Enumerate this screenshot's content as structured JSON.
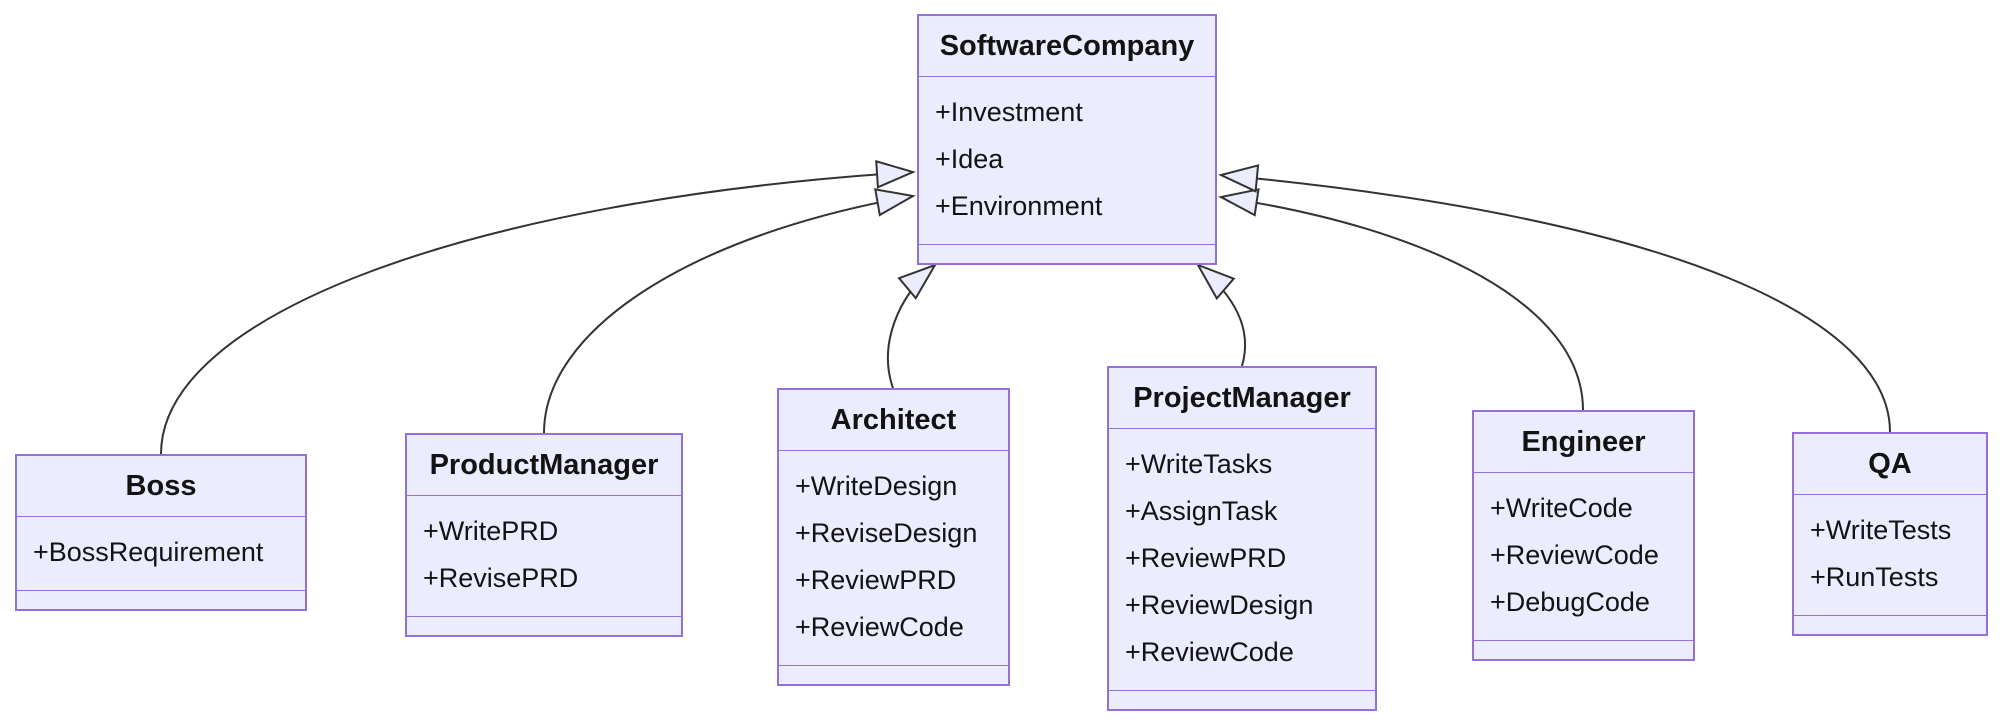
{
  "diagram": {
    "type": "uml-class-diagram",
    "background_color": "#ffffff",
    "node_fill_color": "#ECECFF",
    "node_border_color": "#9370DB",
    "edge_color": "#333333",
    "text_color": "#131313"
  },
  "classes": [
    {
      "name": "SoftwareCompany",
      "attributes": [
        "+Investment",
        "+Idea",
        "+Environment"
      ]
    },
    {
      "name": "Boss",
      "attributes": [
        "+BossRequirement"
      ]
    },
    {
      "name": "ProductManager",
      "attributes": [
        "+WritePRD",
        "+RevisePRD"
      ]
    },
    {
      "name": "Architect",
      "attributes": [
        "+WriteDesign",
        "+ReviseDesign",
        "+ReviewPRD",
        "+ReviewCode"
      ]
    },
    {
      "name": "ProjectManager",
      "attributes": [
        "+WriteTasks",
        "+AssignTask",
        "+ReviewPRD",
        "+ReviewDesign",
        "+ReviewCode"
      ]
    },
    {
      "name": "Engineer",
      "attributes": [
        "+WriteCode",
        "+ReviewCode",
        "+DebugCode"
      ]
    },
    {
      "name": "QA",
      "attributes": [
        "+WriteTests",
        "+RunTests"
      ]
    }
  ],
  "relationships": [
    {
      "from": "Boss",
      "to": "SoftwareCompany",
      "type": "inheritance"
    },
    {
      "from": "ProductManager",
      "to": "SoftwareCompany",
      "type": "inheritance"
    },
    {
      "from": "Architect",
      "to": "SoftwareCompany",
      "type": "inheritance"
    },
    {
      "from": "ProjectManager",
      "to": "SoftwareCompany",
      "type": "inheritance"
    },
    {
      "from": "Engineer",
      "to": "SoftwareCompany",
      "type": "inheritance"
    },
    {
      "from": "QA",
      "to": "SoftwareCompany",
      "type": "inheritance"
    }
  ]
}
